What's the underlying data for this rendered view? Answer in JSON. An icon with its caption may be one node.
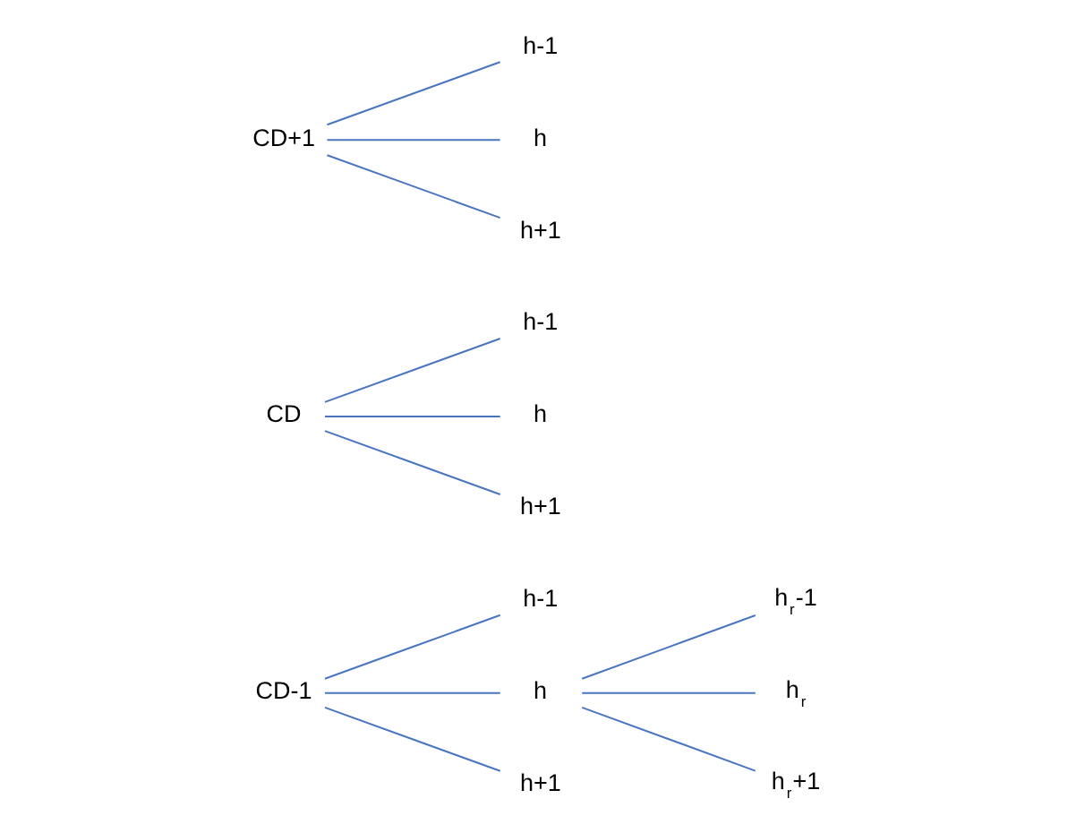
{
  "diagram": {
    "nodes": [
      {
        "text": [
          "CD-1"
        ]
      },
      {
        "text": [
          "h-1"
        ]
      },
      {
        "text": [
          "h"
        ]
      },
      {
        "text": [
          "h+1"
        ]
      },
      {
        "text": [
          "h$_{r}$-1"
        ]
      },
      {
        "text": [
          "h$_{r}$"
        ]
      },
      {
        "text": [
          "h$_{r}$+1"
        ]
      },
      {
        "text": [
          "CD"
        ]
      },
      {
        "text": [
          "h-1"
        ]
      },
      {
        "text": [
          "h"
        ]
      },
      {
        "text": [
          "h+1"
        ]
      },
      {
        "text": [
          "CD+1"
        ]
      },
      {
        "text": [
          "h-1"
        ]
      },
      {
        "text": [
          "h"
        ]
      },
      {
        "text": [
          "h+1"
        ]
      }
    ],
    "edges": [
      {
        "from": 0,
        "to": 1,
        "arrow": "none"
      },
      {
        "from": 0,
        "to": 2,
        "arrow": "none"
      },
      {
        "from": 0,
        "to": 3,
        "arrow": "none"
      },
      {
        "from": 2,
        "to": 4,
        "arrow": "none"
      },
      {
        "from": 2,
        "to": 5,
        "arrow": "none"
      },
      {
        "from": 2,
        "to": 6,
        "arrow": "none"
      },
      {
        "from": 7,
        "to": 8,
        "arrow": "none"
      },
      {
        "from": 7,
        "to": 9,
        "arrow": "none"
      },
      {
        "from": 7,
        "to": 10,
        "arrow": "none"
      },
      {
        "from": 11,
        "to": 12,
        "arrow": "none"
      },
      {
        "from": 11,
        "to": 13,
        "arrow": "none"
      },
      {
        "from": 11,
        "to": 14,
        "arrow": "none"
      }
    ]
  }
}
